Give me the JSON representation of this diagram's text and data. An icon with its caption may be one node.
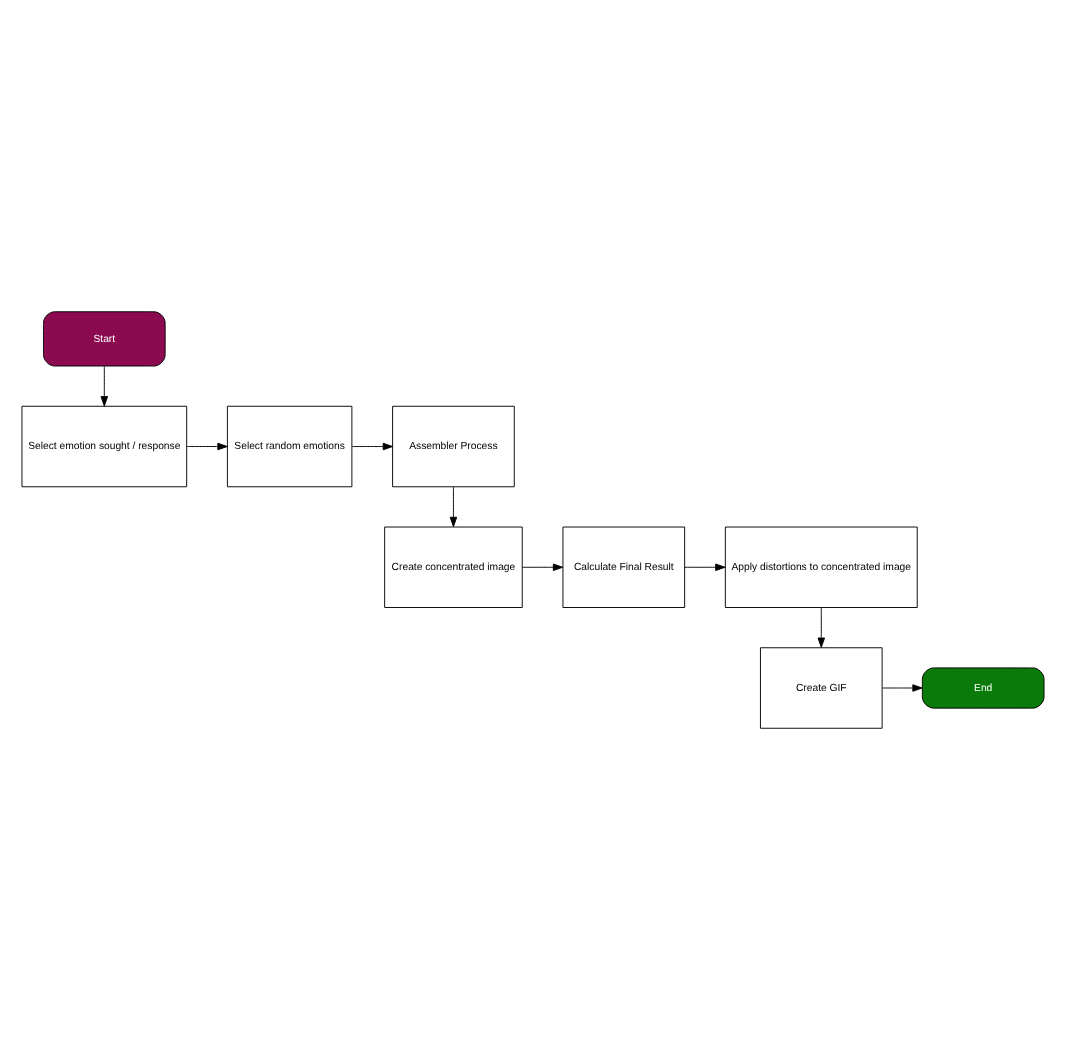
{
  "diagram": {
    "nodes": [
      {
        "text": [
          "Start"
        ]
      },
      {
        "text": [
          "Select emotion sought / response"
        ]
      },
      {
        "text": [
          "Select random emotions"
        ]
      },
      {
        "text": [
          "Assembler Process"
        ]
      },
      {
        "text": [
          "Create concentrated image"
        ]
      },
      {
        "text": [
          "Calculate Final Result"
        ]
      },
      {
        "text": [
          "Apply distortions to concentrated image"
        ]
      },
      {
        "text": [
          "Create GIF"
        ]
      },
      {
        "text": [
          "End"
        ]
      }
    ],
    "edges": [
      {
        "from": 0,
        "to": 1,
        "arrow": "to"
      },
      {
        "from": 1,
        "to": 2,
        "arrow": "to"
      },
      {
        "from": 2,
        "to": 3,
        "arrow": "to"
      },
      {
        "from": 3,
        "to": 4,
        "arrow": "to"
      },
      {
        "from": 4,
        "to": 5,
        "arrow": "to"
      },
      {
        "from": 5,
        "to": 6,
        "arrow": "to"
      },
      {
        "from": 6,
        "to": 7,
        "arrow": "to"
      },
      {
        "from": 7,
        "to": 8,
        "arrow": "to"
      }
    ]
  }
}
